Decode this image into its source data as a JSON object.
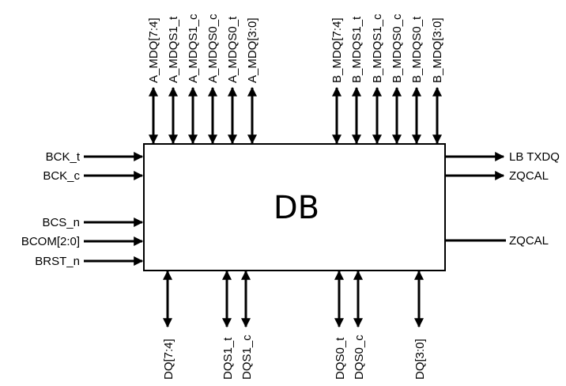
{
  "block": {
    "label": "DB"
  },
  "top_left_signals": [
    {
      "name": "A_MDQ[7:4]",
      "direction": "bidirectional"
    },
    {
      "name": "A_MDQS1_t",
      "direction": "bidirectional"
    },
    {
      "name": "A_MDQS1_c",
      "direction": "bidirectional"
    },
    {
      "name": "A_MDQS0_c",
      "direction": "bidirectional"
    },
    {
      "name": "A_MDQS0_t",
      "direction": "bidirectional"
    },
    {
      "name": "A_MDQ[3:0]",
      "direction": "bidirectional"
    }
  ],
  "top_right_signals": [
    {
      "name": "B_MDQ[7:4]",
      "direction": "bidirectional"
    },
    {
      "name": "B_MDQS1_t",
      "direction": "bidirectional"
    },
    {
      "name": "B_MDQS1_c",
      "direction": "bidirectional"
    },
    {
      "name": "B_MDQS0_c",
      "direction": "bidirectional"
    },
    {
      "name": "B_MDQS0_t",
      "direction": "bidirectional"
    },
    {
      "name": "B_MDQ[3:0]",
      "direction": "bidirectional"
    }
  ],
  "left_signals": [
    {
      "name": "BCK_t",
      "direction": "input"
    },
    {
      "name": "BCK_c",
      "direction": "input"
    },
    {
      "name": "BCS_n",
      "direction": "input"
    },
    {
      "name": "BCOM[2:0]",
      "direction": "input"
    },
    {
      "name": "BRST_n",
      "direction": "input"
    }
  ],
  "right_signals": [
    {
      "name": "LB TXDQ",
      "direction": "output"
    },
    {
      "name": "ZQCAL",
      "direction": "output"
    },
    {
      "name": "ZQCAL",
      "direction": "line"
    }
  ],
  "bottom_signals": [
    {
      "name": "DQ[7:4]",
      "direction": "bidirectional"
    },
    {
      "name": "DQS1_t",
      "direction": "bidirectional"
    },
    {
      "name": "DQS1_c",
      "direction": "bidirectional"
    },
    {
      "name": "DQS0_t",
      "direction": "bidirectional"
    },
    {
      "name": "DQS0_c",
      "direction": "bidirectional"
    },
    {
      "name": "DQ[3:0]",
      "direction": "bidirectional"
    }
  ]
}
